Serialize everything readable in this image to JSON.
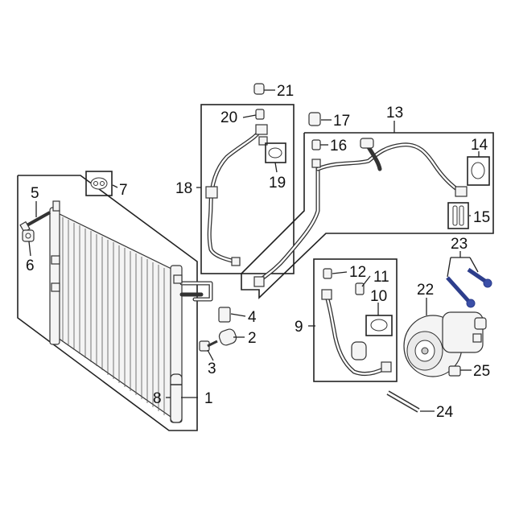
{
  "diagram": {
    "accent_color": "#3b4fa8",
    "line_color": "#222222",
    "callouts": [
      {
        "id": "1",
        "text": "1"
      },
      {
        "id": "2",
        "text": "2"
      },
      {
        "id": "3",
        "text": "3"
      },
      {
        "id": "4",
        "text": "4"
      },
      {
        "id": "5",
        "text": "5"
      },
      {
        "id": "6",
        "text": "6"
      },
      {
        "id": "7",
        "text": "7"
      },
      {
        "id": "8",
        "text": "8"
      },
      {
        "id": "9",
        "text": "9"
      },
      {
        "id": "10",
        "text": "10"
      },
      {
        "id": "11",
        "text": "11"
      },
      {
        "id": "12",
        "text": "12"
      },
      {
        "id": "13",
        "text": "13"
      },
      {
        "id": "14",
        "text": "14"
      },
      {
        "id": "15",
        "text": "15"
      },
      {
        "id": "16",
        "text": "16"
      },
      {
        "id": "17",
        "text": "17"
      },
      {
        "id": "18",
        "text": "18"
      },
      {
        "id": "19",
        "text": "19"
      },
      {
        "id": "20",
        "text": "20"
      },
      {
        "id": "21",
        "text": "21"
      },
      {
        "id": "22",
        "text": "22"
      },
      {
        "id": "23",
        "text": "23"
      },
      {
        "id": "24",
        "text": "24"
      },
      {
        "id": "25",
        "text": "25"
      }
    ]
  }
}
